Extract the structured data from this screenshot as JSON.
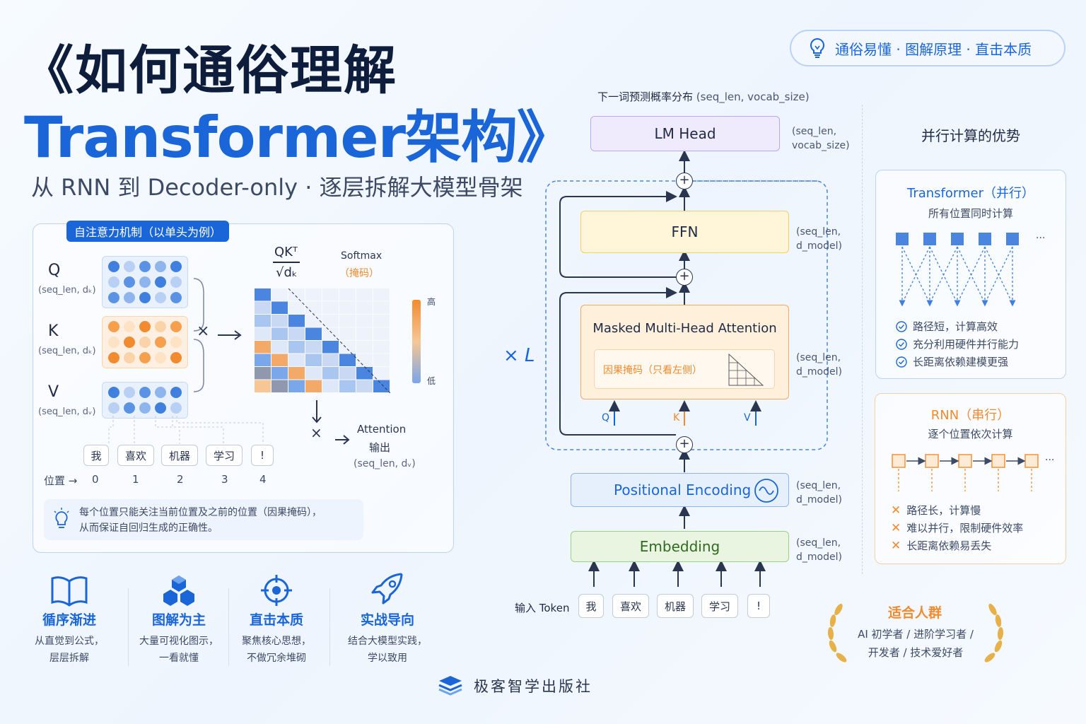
{
  "title": {
    "line1": "《如何通俗理解",
    "line2": "Transformer架构》",
    "subtitle": "从 RNN 到 Decoder-only · 逐层拆解大模型骨架"
  },
  "badge": {
    "text": "通俗易懂 · 图解原理 · 直击本质",
    "icon": "lightbulb-icon"
  },
  "attention": {
    "tag": "自注意力机制（以单头为例）",
    "q": {
      "label": "Q",
      "dim": "(seq_len, dₖ)"
    },
    "k": {
      "label": "K",
      "dim": "(seq_len, dₖ)"
    },
    "v": {
      "label": "V",
      "dim": "(seq_len, dᵥ)"
    },
    "times": "×",
    "formula_num": "QKᵀ",
    "formula_den": "√dₖ",
    "softmax": "Softmax",
    "mask": "（掩码）",
    "scale_high": "高",
    "scale_low": "低",
    "output_label1": "Attention",
    "output_label2": "输出",
    "output_dim": "(seq_len, dᵥ)",
    "tokens": [
      "我",
      "喜欢",
      "机器",
      "学习",
      "!"
    ],
    "pos_label": "位置 →",
    "positions": [
      "0",
      "1",
      "2",
      "3",
      "4"
    ],
    "note_line1": "每个位置只能关注当前位置及之前的位置（因果掩码），",
    "note_line2": "从而保证自回归生成的正确性。"
  },
  "features": [
    {
      "icon": "book-icon",
      "title": "循序渐进",
      "desc1": "从直觉到公式，",
      "desc2": "层层拆解"
    },
    {
      "icon": "cubes-icon",
      "title": "图解为主",
      "desc1": "大量可视化图示，",
      "desc2": "一看就懂"
    },
    {
      "icon": "target-icon",
      "title": "直击本质",
      "desc1": "聚焦核心思想，",
      "desc2": "不做冗余堆砌"
    },
    {
      "icon": "rocket-icon",
      "title": "实战导向",
      "desc1": "结合大模型实践，",
      "desc2": "学以致用"
    }
  ],
  "publisher": "极客智学出版社",
  "architecture": {
    "top_label": "下一词预测概率分布",
    "top_dim": "(seq_len, vocab_size)",
    "lm_head": "LM Head",
    "lm_head_dim1": "(seq_len,",
    "lm_head_dim2": "vocab_size)",
    "ffn": "FFN",
    "ffn_dim1": "(seq_len,",
    "ffn_dim2": "d_model)",
    "mha": "Masked Multi-Head Attention",
    "mha_mask": "因果掩码（只看左侧）",
    "mha_dim1": "(seq_len,",
    "mha_dim2": "d_model)",
    "repeat": "× L",
    "q": "Q",
    "k": "K",
    "v": "V",
    "plus": "+",
    "pe": "Positional Encoding",
    "pe_dim1": "(seq_len,",
    "pe_dim2": "d_model)",
    "emb": "Embedding",
    "emb_dim1": "(seq_len,",
    "emb_dim2": "d_model)",
    "input_label": "输入 Token",
    "tokens": [
      "我",
      "喜欢",
      "机器",
      "学习",
      "!"
    ]
  },
  "parallel": {
    "title": "并行计算的优势",
    "transformer": {
      "title": "Transformer（并行）",
      "sub": "所有位置同时计算",
      "dots": "···",
      "bullets": [
        "路径短，计算高效",
        "充分利用硬件并行能力",
        "长距离依赖建模更强"
      ]
    },
    "rnn": {
      "title": "RNN（串行）",
      "sub": "逐个位置依次计算",
      "dots": "···",
      "bullets": [
        "路径长，计算慢",
        "难以并行，限制硬件效率",
        "长距离依赖易丢失"
      ]
    }
  },
  "audience": {
    "title": "适合人群",
    "line1": "AI 初学者 / 进阶学习者 /",
    "line2": "开发者 / 技术爱好者"
  },
  "colors": {
    "brand": "#1a66d8",
    "accent": "#f28a2e",
    "dark": "#0f1d3d",
    "lm_head": "#efeafc",
    "ffn": "#fff5d9",
    "mha": "#fff0dc",
    "pe": "#e6f0fd",
    "emb": "#e9f5e1"
  }
}
